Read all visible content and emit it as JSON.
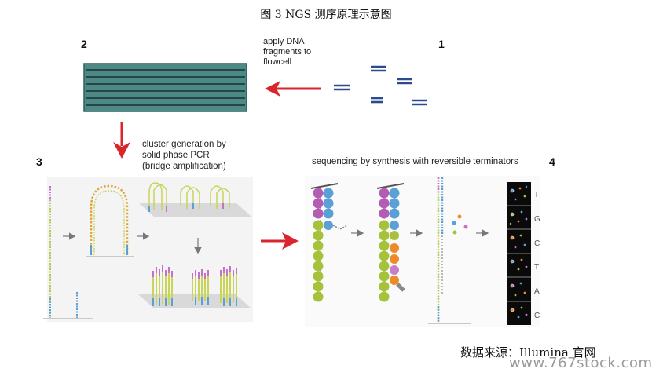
{
  "figure_caption": "图 3 NGS 测序原理示意图",
  "step_numbers": [
    "2",
    "1",
    "3",
    "4"
  ],
  "step1_label": "apply DNA fragments to flowcell",
  "step1_label_lines": [
    "apply DNA",
    "fragments to",
    "flowcell"
  ],
  "step3_label_lines": [
    "cluster generation by",
    "solid phase PCR",
    "(bridge amplification)"
  ],
  "step4_title": "sequencing by synthesis with reversible terminators",
  "read_bases": [
    "T",
    "G",
    "C",
    "T",
    "A",
    "C"
  ],
  "source_text": "数据来源：Illumina 官网",
  "watermark": "www.767stock.com",
  "colors": {
    "flowcell_fill": "#4b8a86",
    "arrow_red": "#d8262c",
    "fragment_blue": "#2e4a8f",
    "nucleotide_purple": "#b25cb3",
    "nucleotide_blue": "#5aa0d6",
    "nucleotide_green": "#a6c23a",
    "nucleotide_orange": "#ef8a2a"
  }
}
